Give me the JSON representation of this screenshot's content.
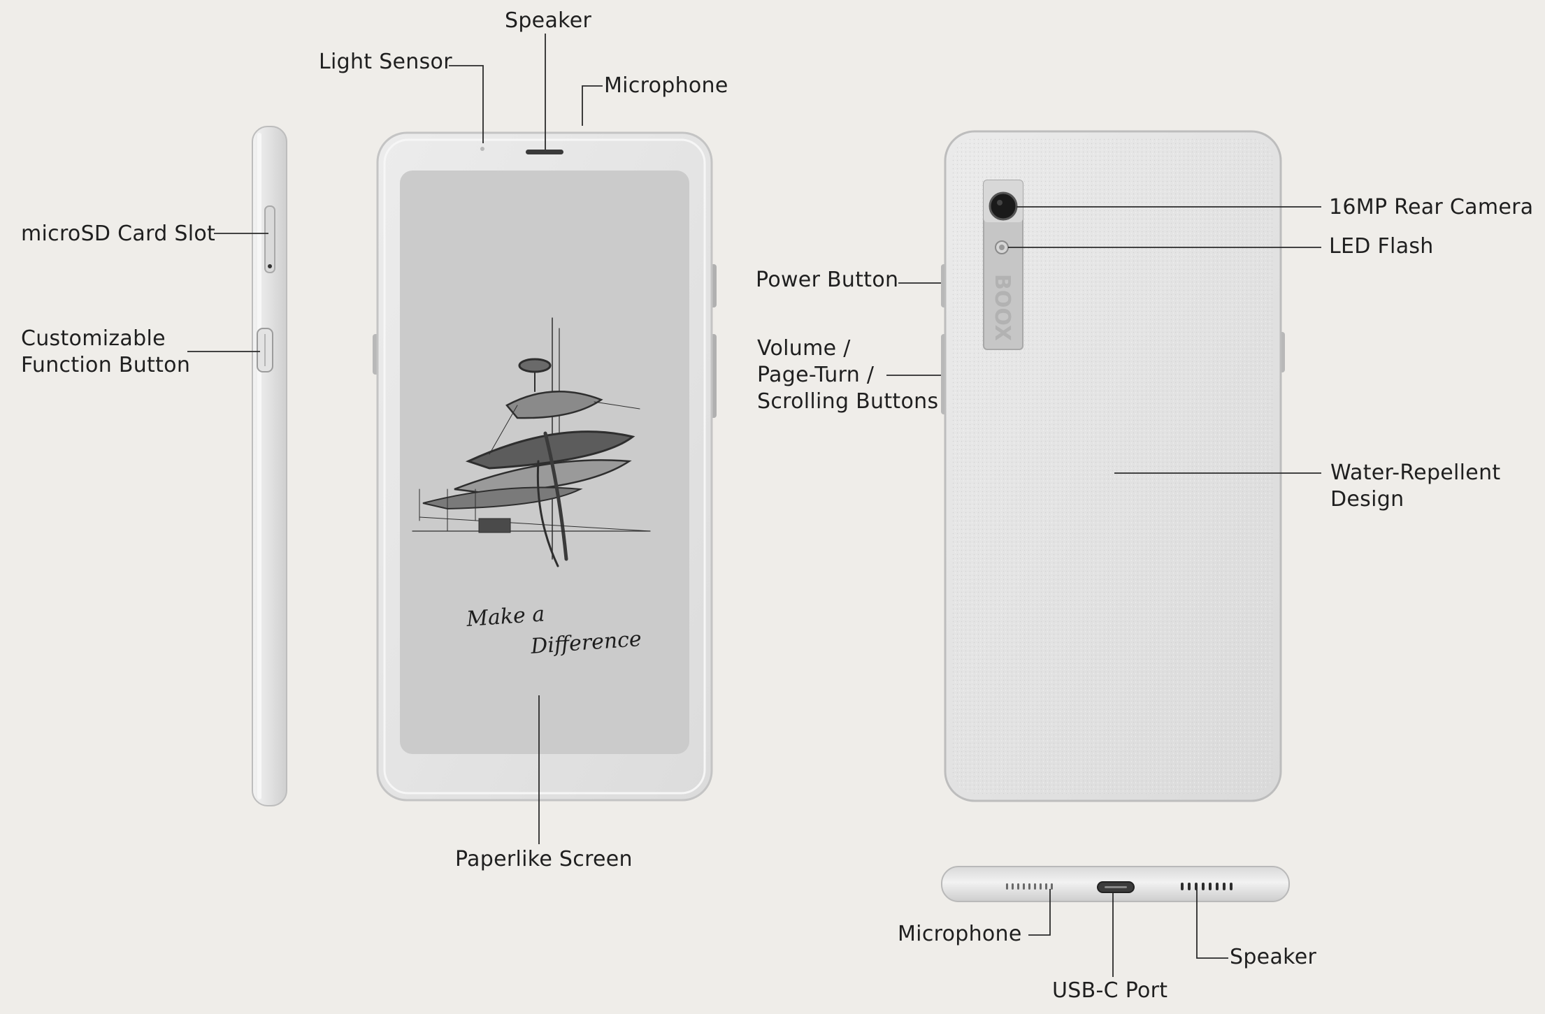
{
  "labels": {
    "speaker_top": "Speaker",
    "light_sensor": "Light Sensor",
    "microphone_top": "Microphone",
    "microsd_slot": "microSD Card Slot",
    "function_button": [
      "Customizable",
      "Function Button"
    ],
    "paperlike_screen": "Paperlike Screen",
    "power_button": "Power Button",
    "volume_buttons": [
      "Volume /",
      "Page-Turn /",
      "Scrolling Buttons"
    ],
    "rear_camera": "16MP Rear Camera",
    "led_flash": "LED Flash",
    "water_repellent": [
      "Water-Repellent",
      "Design"
    ],
    "microphone_bottom": "Microphone",
    "usb_c_port": "USB-C Port",
    "speaker_bottom": "Speaker"
  },
  "device": {
    "screen_signature": [
      "Make a",
      "Difference"
    ],
    "back_logo": "BOOX"
  },
  "colors": {
    "background": "#efede9",
    "device_body": "#e4e4e4",
    "device_edge": "#c9c9c9",
    "screen": "#cbcbcb",
    "leader_line": "#2a2a2a",
    "text": "#1f1f1f"
  }
}
